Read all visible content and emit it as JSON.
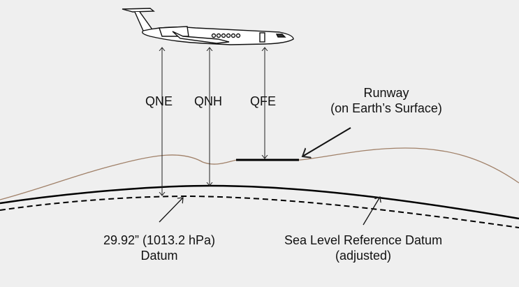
{
  "labels": {
    "qne": "QNE",
    "qnh": "QNH",
    "qfe": "QFE",
    "runway_line1": "Runway",
    "runway_line2": "(on Earth’s Surface)",
    "datum_line1": "29.92” (1013.2 hPa)",
    "datum_line2": "Datum",
    "sea_line1": "Sea Level Reference Datum",
    "sea_line2": "(adjusted)"
  },
  "colors": {
    "terrain": "#a08068",
    "line": "#000000",
    "background": "#efefef"
  }
}
